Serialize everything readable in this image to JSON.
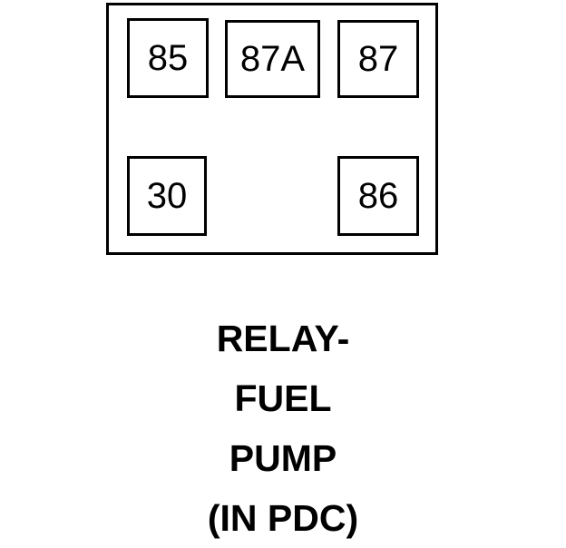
{
  "diagram": {
    "kind": "automotive-relay-terminal-layout",
    "body": {
      "fill_color": "#FFFFFF",
      "stroke_color": "#000000"
    },
    "terminals": [
      {
        "id": "85",
        "label": "85",
        "row": "top",
        "position": "left"
      },
      {
        "id": "87A",
        "label": "87A",
        "row": "top",
        "position": "center"
      },
      {
        "id": "87",
        "label": "87",
        "row": "top",
        "position": "right"
      },
      {
        "id": "30",
        "label": "30",
        "row": "bottom",
        "position": "left"
      },
      {
        "id": "86",
        "label": "86",
        "row": "bottom",
        "position": "right"
      }
    ]
  },
  "caption": {
    "lines": [
      "RELAY-",
      "FUEL",
      "PUMP",
      "(IN PDC)"
    ],
    "full_text": "RELAY- FUEL PUMP (IN PDC)"
  }
}
